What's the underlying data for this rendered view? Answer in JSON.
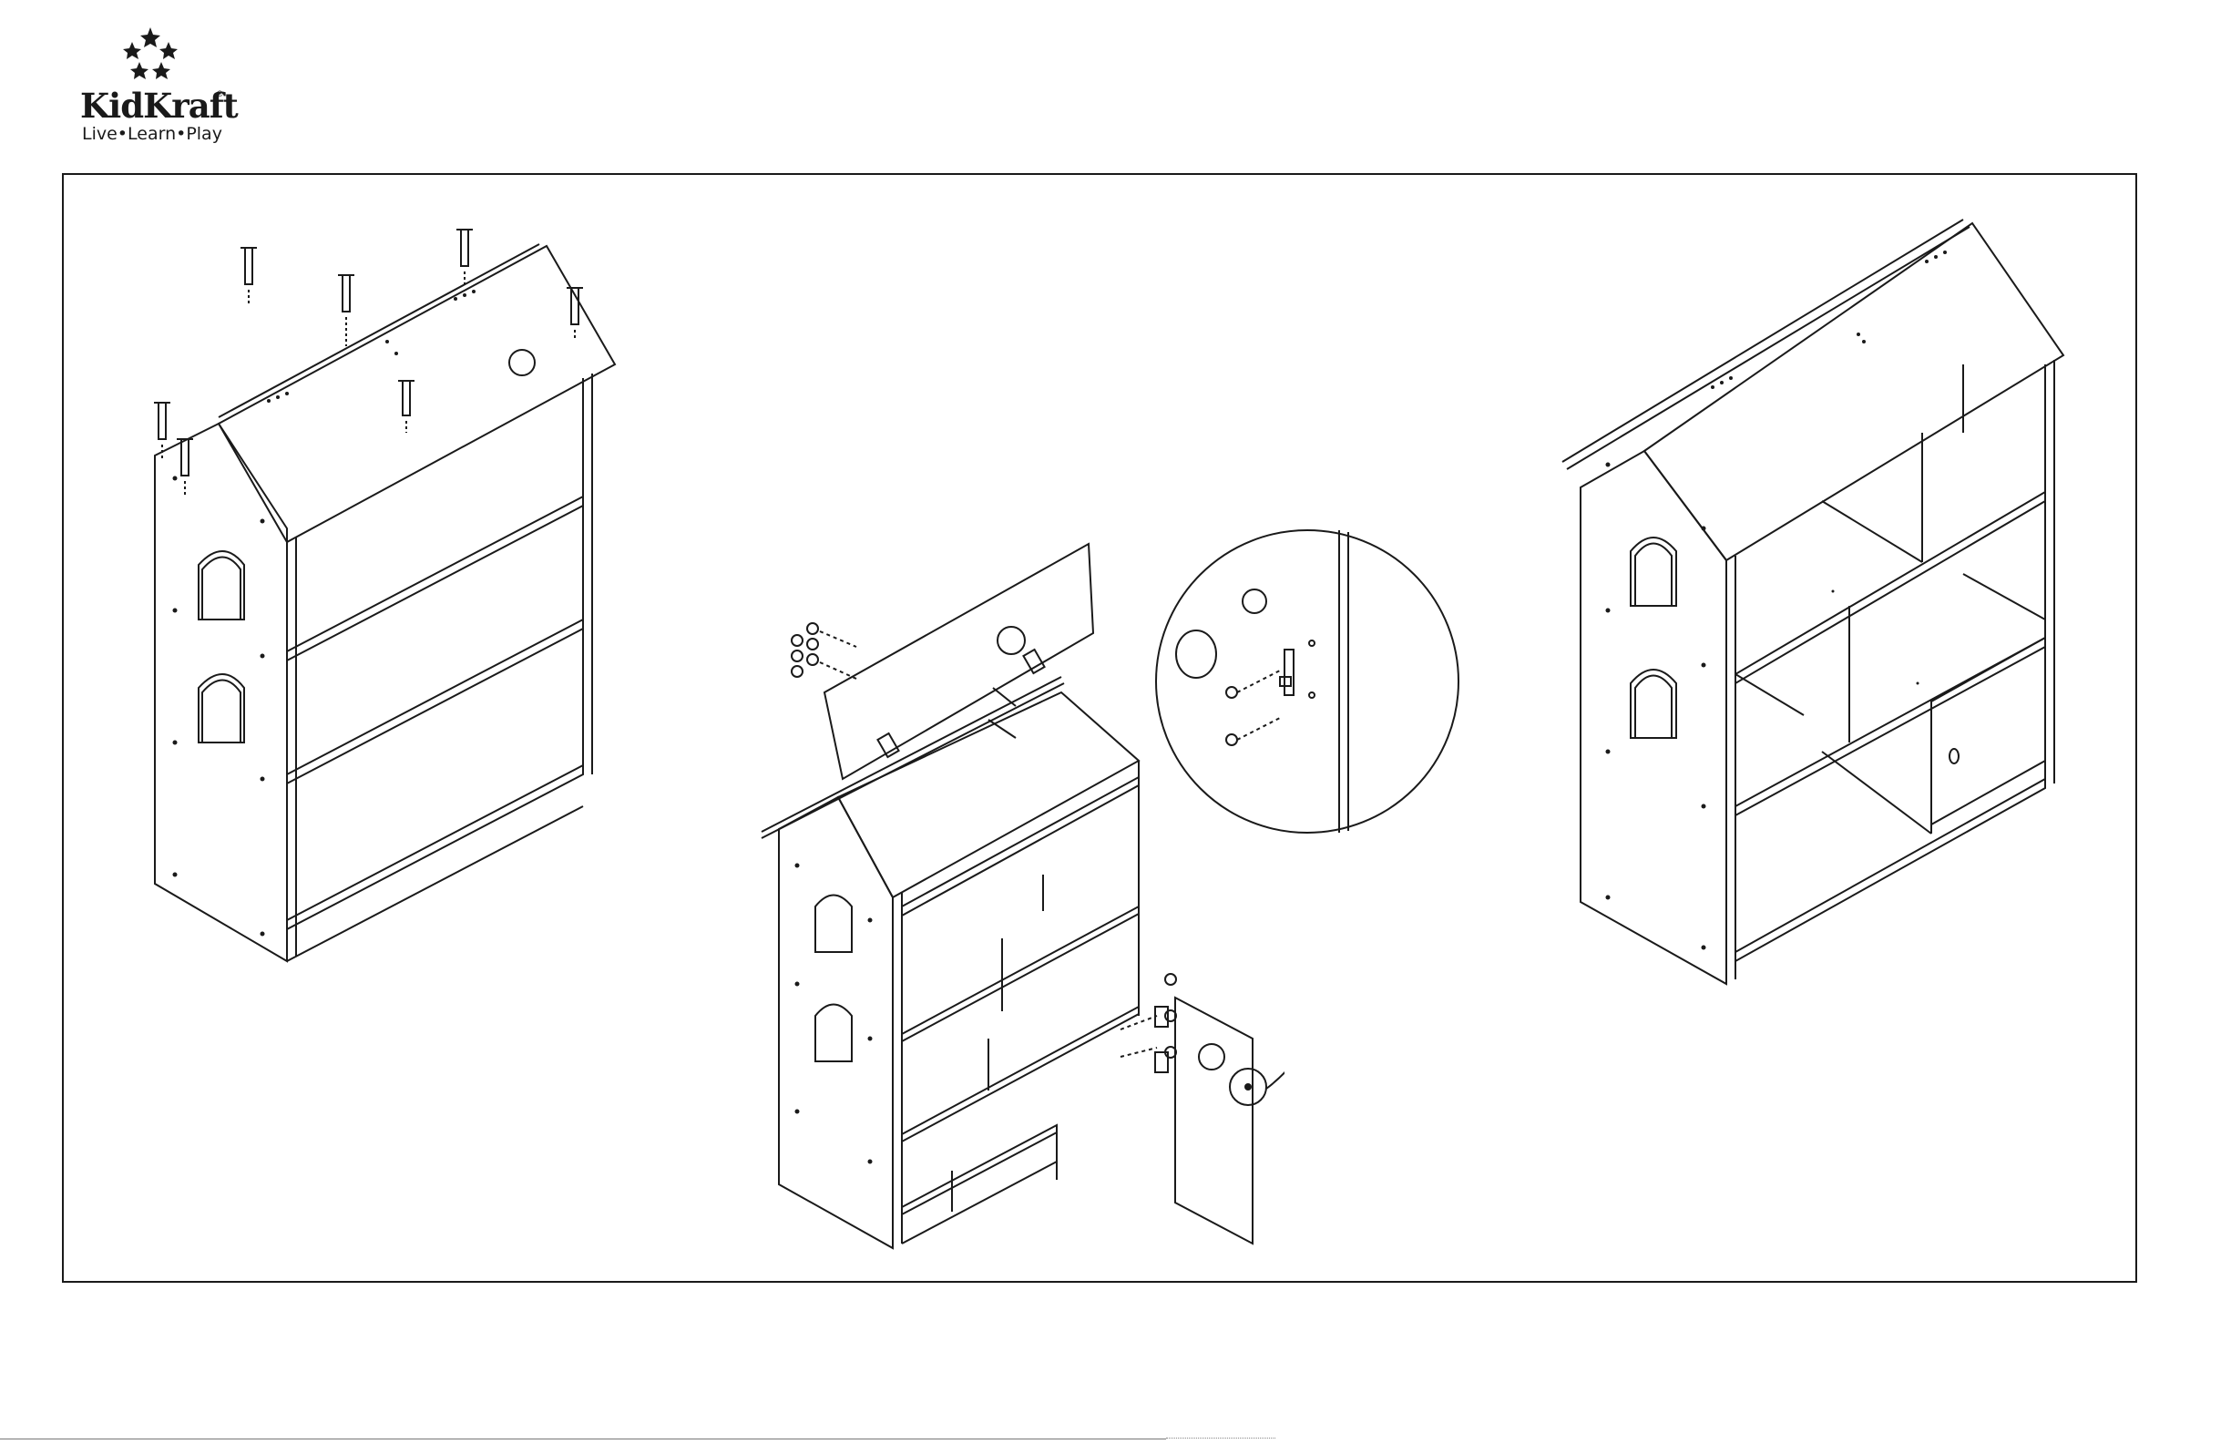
{
  "logo": {
    "brand": "KidKraft",
    "registered": "®",
    "tagline": "Live•Learn•Play"
  },
  "figures": [
    {
      "name": "step-attach-roof",
      "icons": [
        "screw-icon"
      ]
    },
    {
      "name": "step-attach-hinges-and-door",
      "icons": [
        "hinge-icon",
        "screw-icon",
        "washer-icon",
        "latch-icon"
      ]
    },
    {
      "name": "step-finished-dollhouse-bookcase",
      "icons": []
    }
  ],
  "colors": {
    "line": "#1a1a1a",
    "background": "#ffffff"
  }
}
